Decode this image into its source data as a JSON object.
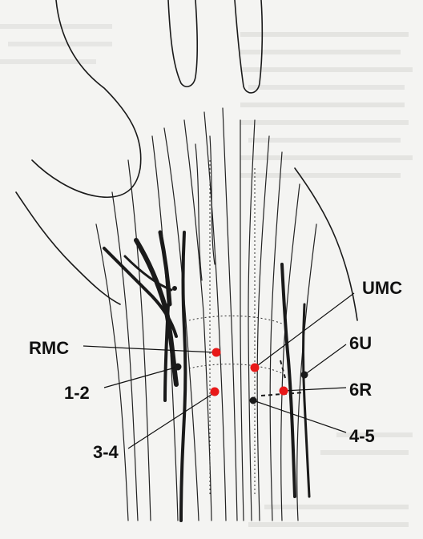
{
  "figure": {
    "labels": {
      "umc": "UMC",
      "rmc": "RMC",
      "six_u": "6U",
      "six_r": "6R",
      "one_two": "1-2",
      "three_four": "3-4",
      "four_five": "4-5"
    },
    "colors": {
      "portal_red": "#e81818",
      "nerve_black": "#1a1a1a",
      "paper": "#f4f4f2",
      "bleed_text": "#c9c9c6"
    }
  }
}
